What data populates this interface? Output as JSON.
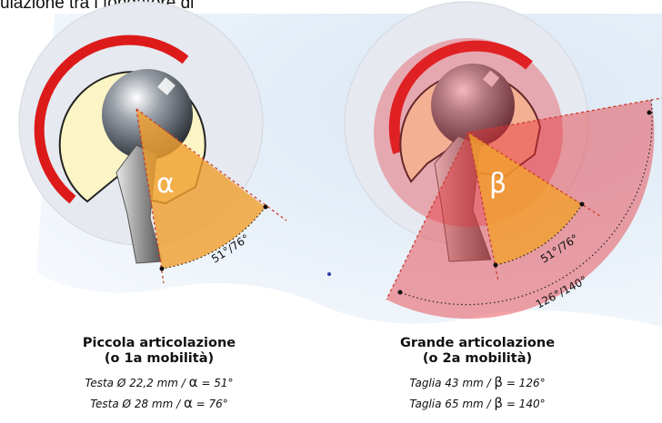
{
  "header": {
    "text": "ulazione tra i fondatore di"
  },
  "small_joint": {
    "symbol": "α",
    "angle_label": "51°/76°",
    "title_line1": "Piccola articolazione",
    "title_line2": "(o 1a mobilità)",
    "spec1_prefix": "Testa Ø 22,2 mm / ",
    "spec1_symbol": "α",
    "spec1_value": " = 51°",
    "spec2_prefix": "Testa Ø 28 mm / ",
    "spec2_symbol": "α",
    "spec2_value": " = 76°"
  },
  "large_joint": {
    "symbol": "β",
    "angle_label_inner": "51°/76°",
    "angle_label_outer": "126°/140°",
    "title_line1": "Grande articolazione",
    "title_line2": "(o 2a mobilità)",
    "spec1_prefix": "Taglia 43 mm / ",
    "spec1_symbol": "β",
    "spec1_value": " = 126°",
    "spec2_prefix": "Taglia 65 mm / ",
    "spec2_symbol": "β",
    "spec2_value": " = 140°"
  },
  "colors": {
    "red_ring": "#dd1a1a",
    "liner": "#fbf4c4",
    "orange_sector": "#f0a030",
    "red_sector": "#e4323a",
    "disc": "#e6e9f0",
    "sky": "#d6e4f2"
  }
}
